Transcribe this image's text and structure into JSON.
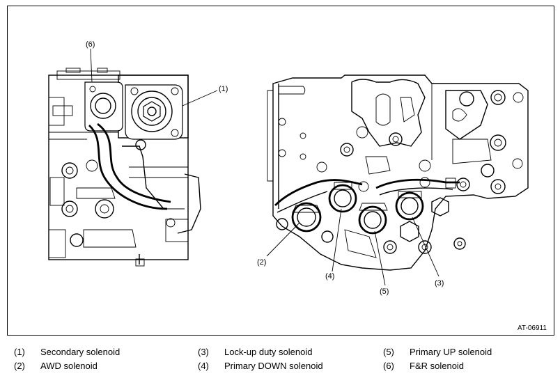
{
  "figure": {
    "code": "AT-06911",
    "callouts": {
      "c1": "(1)",
      "c2": "(2)",
      "c3": "(3)",
      "c4": "(4)",
      "c5": "(5)",
      "c6": "(6)"
    }
  },
  "legend": {
    "items": [
      {
        "num": "(1)",
        "label": "Secondary solenoid"
      },
      {
        "num": "(2)",
        "label": "AWD solenoid"
      },
      {
        "num": "(3)",
        "label": "Lock-up duty solenoid"
      },
      {
        "num": "(4)",
        "label": "Primary DOWN solenoid"
      },
      {
        "num": "(5)",
        "label": "Primary UP solenoid"
      },
      {
        "num": "(6)",
        "label": "F&R solenoid"
      }
    ]
  }
}
